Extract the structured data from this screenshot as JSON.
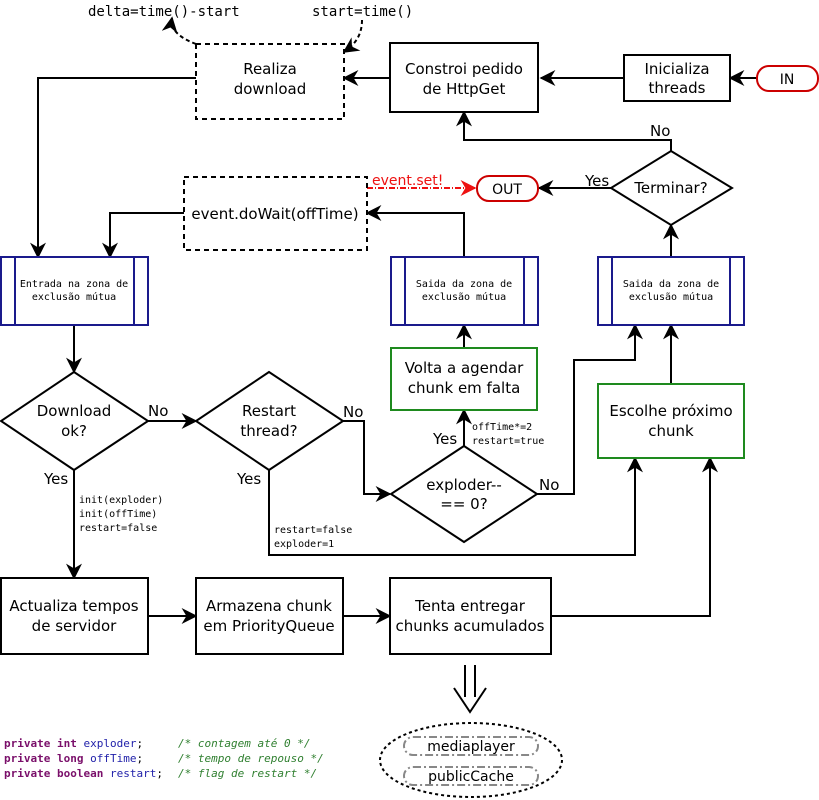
{
  "nodes": {
    "in": "IN",
    "inicializa": [
      "Inicializa",
      "threads"
    ],
    "constroi": [
      "Constroi pedido",
      "de HttpGet"
    ],
    "realiza": [
      "Realiza",
      "download"
    ],
    "delta_note": "delta=time()-start",
    "start_note": "start=time()",
    "entrada": [
      "Entrada na zona de",
      "exclusão mútua"
    ],
    "wait": "event.doWait(offTime)",
    "event_set": "event.set!",
    "out": "OUT",
    "terminar": "Terminar?",
    "saida1": [
      "Saida da zona de",
      "exclusão mútua"
    ],
    "saida2": [
      "Saida da zona de",
      "exclusão mútua"
    ],
    "volta": [
      "Volta a agendar",
      "chunk em falta"
    ],
    "escolhe": [
      "Escolhe próximo",
      "chunk"
    ],
    "download_ok": [
      "Download",
      "ok?"
    ],
    "restart_q": [
      "Restart",
      "thread?"
    ],
    "exploder_q": [
      "exploder--",
      "== 0?"
    ],
    "actualiza": [
      "Actualiza tempos",
      "de servidor"
    ],
    "armazena": [
      "Armazena chunk",
      "em PriorityQueue"
    ],
    "tenta": [
      "Tenta entregar",
      "chunks acumulados"
    ],
    "mediaplayer": "mediaplayer",
    "publiccache": "publicCache"
  },
  "labels": {
    "yes": "Yes",
    "no": "No",
    "init_notes": [
      "init(exploder)",
      "init(offTime)",
      "restart=false"
    ],
    "restart_notes": [
      "restart=false",
      "exploder=1"
    ],
    "offtime_notes": [
      "offTime*=2",
      "restart=true"
    ]
  },
  "code": [
    {
      "kw": "private int ",
      "var": "exploder",
      "pad": ";   ",
      "cm": "/* contagem até 0 */"
    },
    {
      "kw": "private long ",
      "var": "offTime",
      "pad": ";   ",
      "cm": "/* tempo de repouso */"
    },
    {
      "kw": "private boolean ",
      "var": "restart",
      "pad": ";",
      "cm": "/* flag de restart */"
    }
  ],
  "colors": {
    "process_border": "#000000",
    "green_border": "#1e8a1e",
    "blue_border": "#1a1a8c",
    "terminal_border": "#cc0000",
    "event_set": "#ee1111"
  }
}
